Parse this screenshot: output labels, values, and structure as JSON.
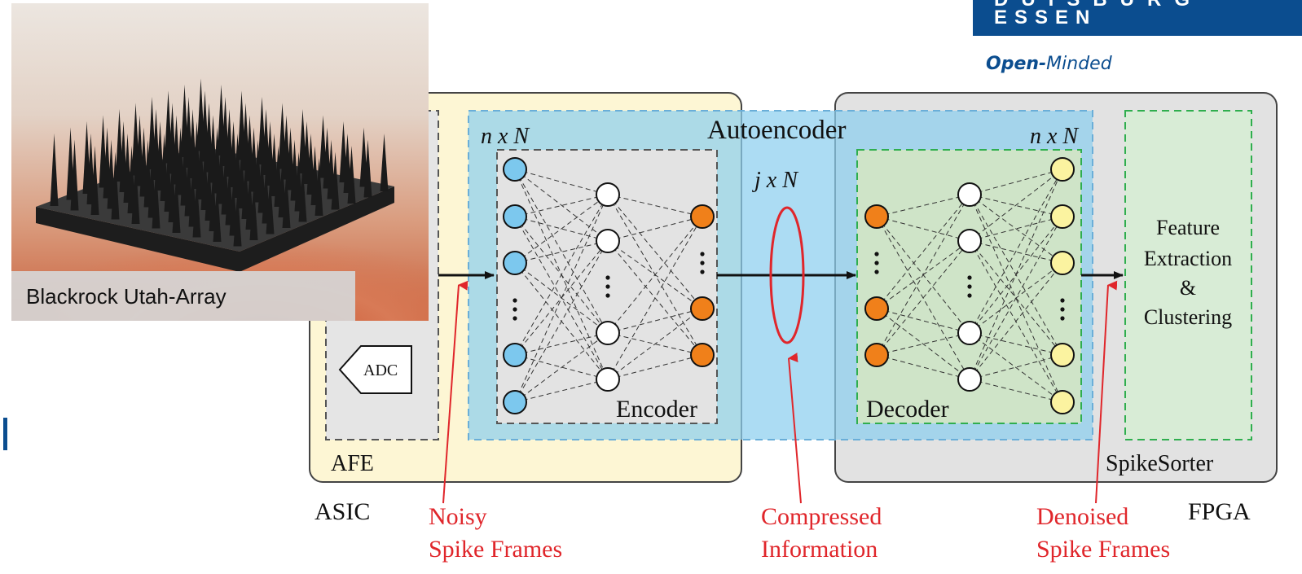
{
  "logo": {
    "partial_line": "DUISBURG",
    "line2": "ESSEN",
    "tagline_bold": "Open-",
    "tagline_rest": "Minded"
  },
  "photo": {
    "caption": "Blackrock Utah-Array"
  },
  "diagram": {
    "autoencoder": "Autoencoder",
    "encoder_dim": "n x N",
    "decoder_dim": "n x N",
    "latent_dim": "j x N",
    "encoder": "Encoder",
    "decoder": "Decoder",
    "adc": "ADC",
    "afe": "AFE",
    "spikesorter": "SpikeSorter",
    "asic": "ASIC",
    "fpga": "FPGA",
    "feature_lines": [
      "Feature",
      "Extraction",
      "&",
      "Clustering"
    ],
    "annotations": {
      "noisy": [
        "Noisy",
        "Spike Frames"
      ],
      "compressed": [
        "Compressed",
        "Information"
      ],
      "denoised": [
        "Denoised",
        "Spike Frames"
      ]
    }
  },
  "colors": {
    "brand_blue": "#0b4d8f",
    "afe_fill": "#fdf6d4",
    "autoencoder_fill": "#9fd7ef",
    "spikesorter_fill": "#e2e2e2",
    "input_node": "#7cc8ee",
    "latent_node": "#f0801a",
    "output_node": "#fbf3a0",
    "annotation_red": "#e0262b",
    "green_dash": "#2fae4e"
  }
}
